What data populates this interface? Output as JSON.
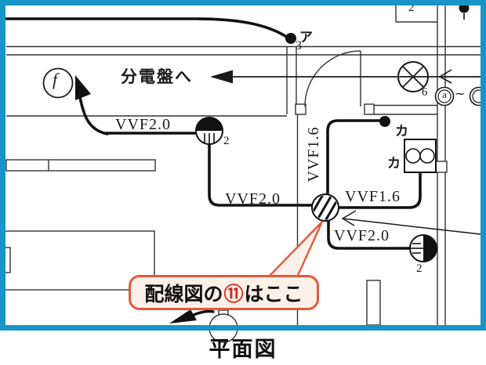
{
  "colors": {
    "frame_blue": "#1794c8",
    "callout_border": "#e4593a",
    "callout_bg": "#fdf0e8",
    "marker_red": "#d7281a",
    "line_black": "#1a1a1a"
  },
  "caption": "平面図",
  "callout": {
    "prefix": "配線図の",
    "marker": "⑪",
    "suffix": "はここ"
  },
  "labels": {
    "to_panel": "分電盤へ",
    "vvf20_left": "VVF2.0",
    "vvf20_mid": "VVF2.0",
    "vvf20_bottom": "VVF2.0",
    "vvf16_vert": "VVF1.6",
    "vvf16_horiz": "VVF1.6",
    "junction_a": "ア",
    "junction_a_num": "3",
    "junction_ka": "カ",
    "outlet_ka": "カ",
    "light_left_num": "2",
    "light_right_num": "2",
    "room_num": "2",
    "lamp_num": "6",
    "lamp_letter": "a",
    "lamp_tilde": "~",
    "fixture_f": "f"
  }
}
